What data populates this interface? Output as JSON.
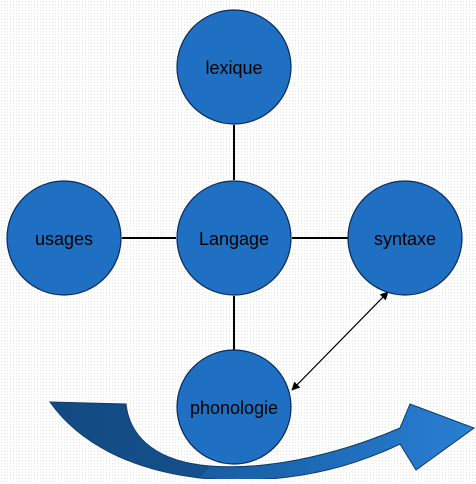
{
  "diagram": {
    "nodes": [
      {
        "id": "lexique",
        "label": "lexique"
      },
      {
        "id": "langage",
        "label": "Langage"
      },
      {
        "id": "usages",
        "label": "usages"
      },
      {
        "id": "syntaxe",
        "label": "syntaxe"
      },
      {
        "id": "phonologie",
        "label": "phonologie"
      }
    ],
    "edges": [
      {
        "from": "langage",
        "to": "lexique",
        "style": "line"
      },
      {
        "from": "langage",
        "to": "usages",
        "style": "line"
      },
      {
        "from": "langage",
        "to": "syntaxe",
        "style": "line"
      },
      {
        "from": "langage",
        "to": "phonologie",
        "style": "line"
      },
      {
        "from": "syntaxe",
        "to": "phonologie",
        "style": "double-arrow"
      }
    ],
    "colors": {
      "node_fill": "#1f6fc2",
      "node_stroke": "#0a2a5a",
      "connector": "#000000",
      "curved_arrow_dark": "#154f8a",
      "curved_arrow_light": "#2a7fd4"
    },
    "decorations": {
      "curved_arrow": "curved-arrow-icon"
    }
  }
}
